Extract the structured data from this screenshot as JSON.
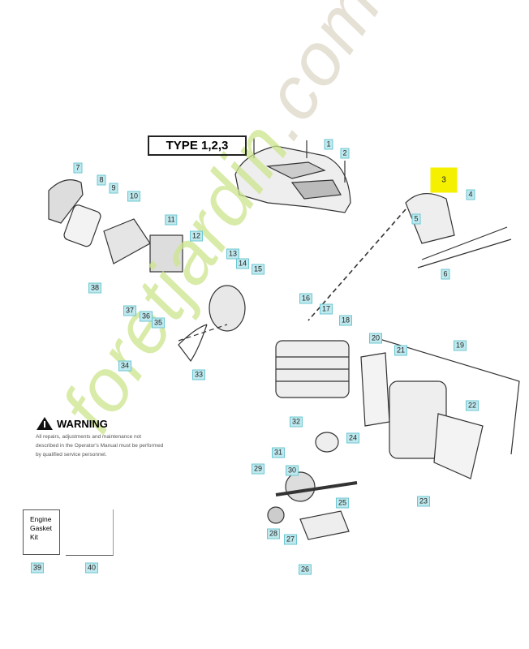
{
  "title": "TYPE 1,2,3",
  "warning": {
    "heading": "WARNING",
    "text": "All repairs, adjustments and maintenance not described in the Operator's Manual must be performed by qualified service personnel."
  },
  "kit": {
    "label": "Engine Gasket Kit",
    "part_39": "39",
    "part_40": "40"
  },
  "watermark": {
    "brand": "foretjardin",
    "domain": ".com"
  },
  "highlight_color": "#f4f000",
  "label_color": "#bfe9ee",
  "parts": [
    "1",
    "2",
    "3",
    "4",
    "5",
    "6",
    "7",
    "8",
    "9",
    "10",
    "11",
    "12",
    "13",
    "14",
    "15",
    "16",
    "17",
    "18",
    "19",
    "20",
    "21",
    "22",
    "23",
    "24",
    "25",
    "26",
    "27",
    "28",
    "29",
    "30",
    "31",
    "32",
    "33",
    "34",
    "35",
    "36",
    "37",
    "38"
  ],
  "highlighted_part": "3"
}
